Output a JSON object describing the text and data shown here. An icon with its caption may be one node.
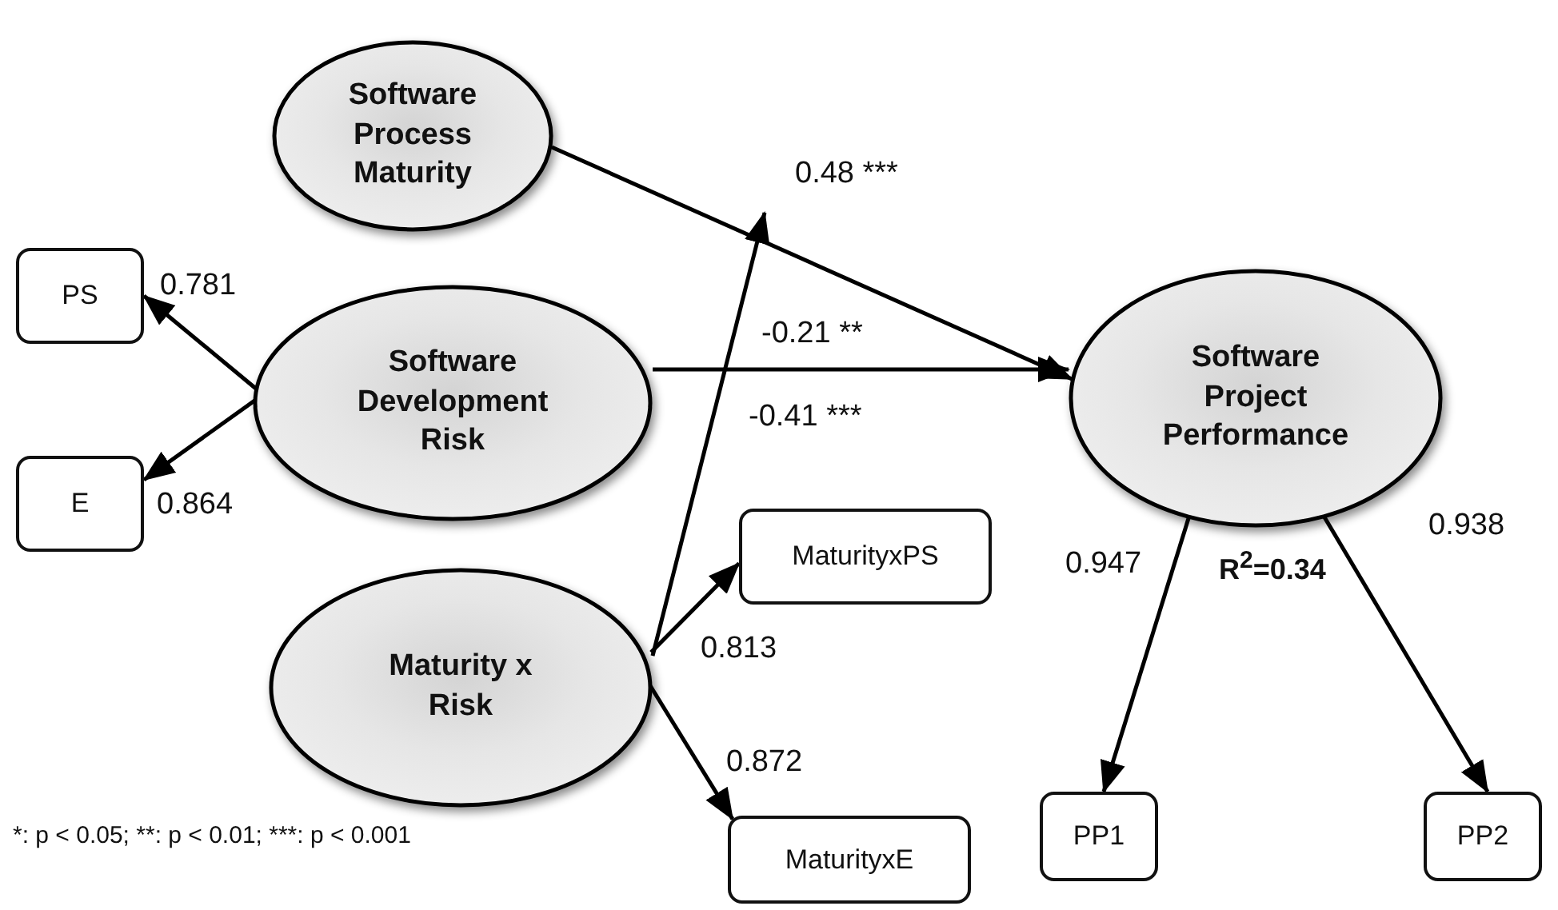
{
  "diagram": {
    "nodes": [
      {
        "text": [
          "Software Process Maturity"
        ]
      },
      {
        "text": [
          "Software Development Risk"
        ]
      },
      {
        "text": [
          "Maturity x Risk"
        ]
      },
      {
        "text": [
          "Software Project Performance"
        ]
      },
      {
        "text": [
          "PS"
        ]
      },
      {
        "text": [
          "E"
        ]
      },
      {
        "text": [
          "MaturityxPS"
        ]
      },
      {
        "text": [
          "MaturityxE"
        ]
      },
      {
        "text": [
          "PP1"
        ]
      },
      {
        "text": [
          "PP2"
        ]
      }
    ],
    "edges": [
      {
        "from": 0,
        "to": 3,
        "arrow": "to",
        "label": "0.48 ***"
      },
      {
        "from": 1,
        "to": 3,
        "arrow": "to",
        "label": "-0.21 **"
      },
      {
        "from": 2,
        "to": null,
        "arrow": "to",
        "label": "-0.41 ***"
      },
      {
        "from": 1,
        "to": 4,
        "arrow": "to",
        "label": "0.781"
      },
      {
        "from": 1,
        "to": 5,
        "arrow": "to",
        "label": "0.864"
      },
      {
        "from": 2,
        "to": 6,
        "arrow": "to",
        "label": "0.813"
      },
      {
        "from": 2,
        "to": 7,
        "arrow": "to",
        "label": "0.872"
      },
      {
        "from": 3,
        "to": 8,
        "arrow": "to",
        "label": "0.947"
      },
      {
        "from": 3,
        "to": 9,
        "arrow": "to",
        "label": "0.938"
      }
    ],
    "labels": [
      "R$^{2}$=0.34",
      "*: p < 0.05; **: p < 0.01; ***: p < 0.001"
    ]
  }
}
